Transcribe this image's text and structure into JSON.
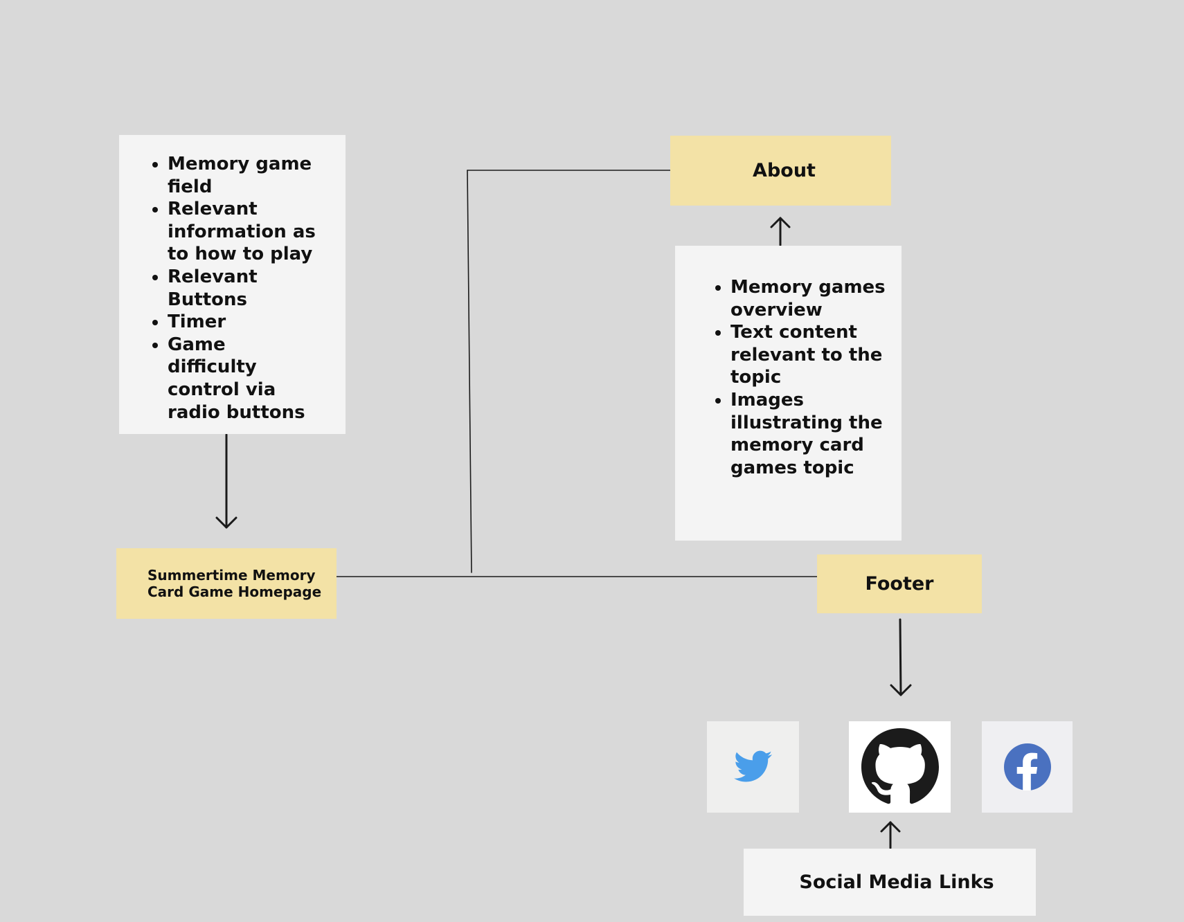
{
  "homepage_features": {
    "items": [
      "Memory game field",
      "Relevant information as to how to play",
      "Relevant Buttons",
      "Timer",
      "Game difficulty control via radio buttons"
    ]
  },
  "homepage": {
    "line1": "Summertime Memory",
    "line2": "Card Game Homepage"
  },
  "about": {
    "label": "About"
  },
  "about_features": {
    "items": [
      "Memory games overview",
      "Text content relevant to the topic",
      "Images illustrating the memory card games topic"
    ]
  },
  "footer": {
    "label": "Footer"
  },
  "social_media": {
    "label": "Social Media Links",
    "icons": [
      "twitter-icon",
      "github-icon",
      "facebook-icon"
    ]
  },
  "colors": {
    "background": "#d9d9d9",
    "yellow_node": "#f3e2a6",
    "white_node": "#f4f4f4",
    "twitter_blue": "#4a9eea",
    "facebook_blue": "#4a71c0",
    "github_black": "#1b1b1b"
  }
}
